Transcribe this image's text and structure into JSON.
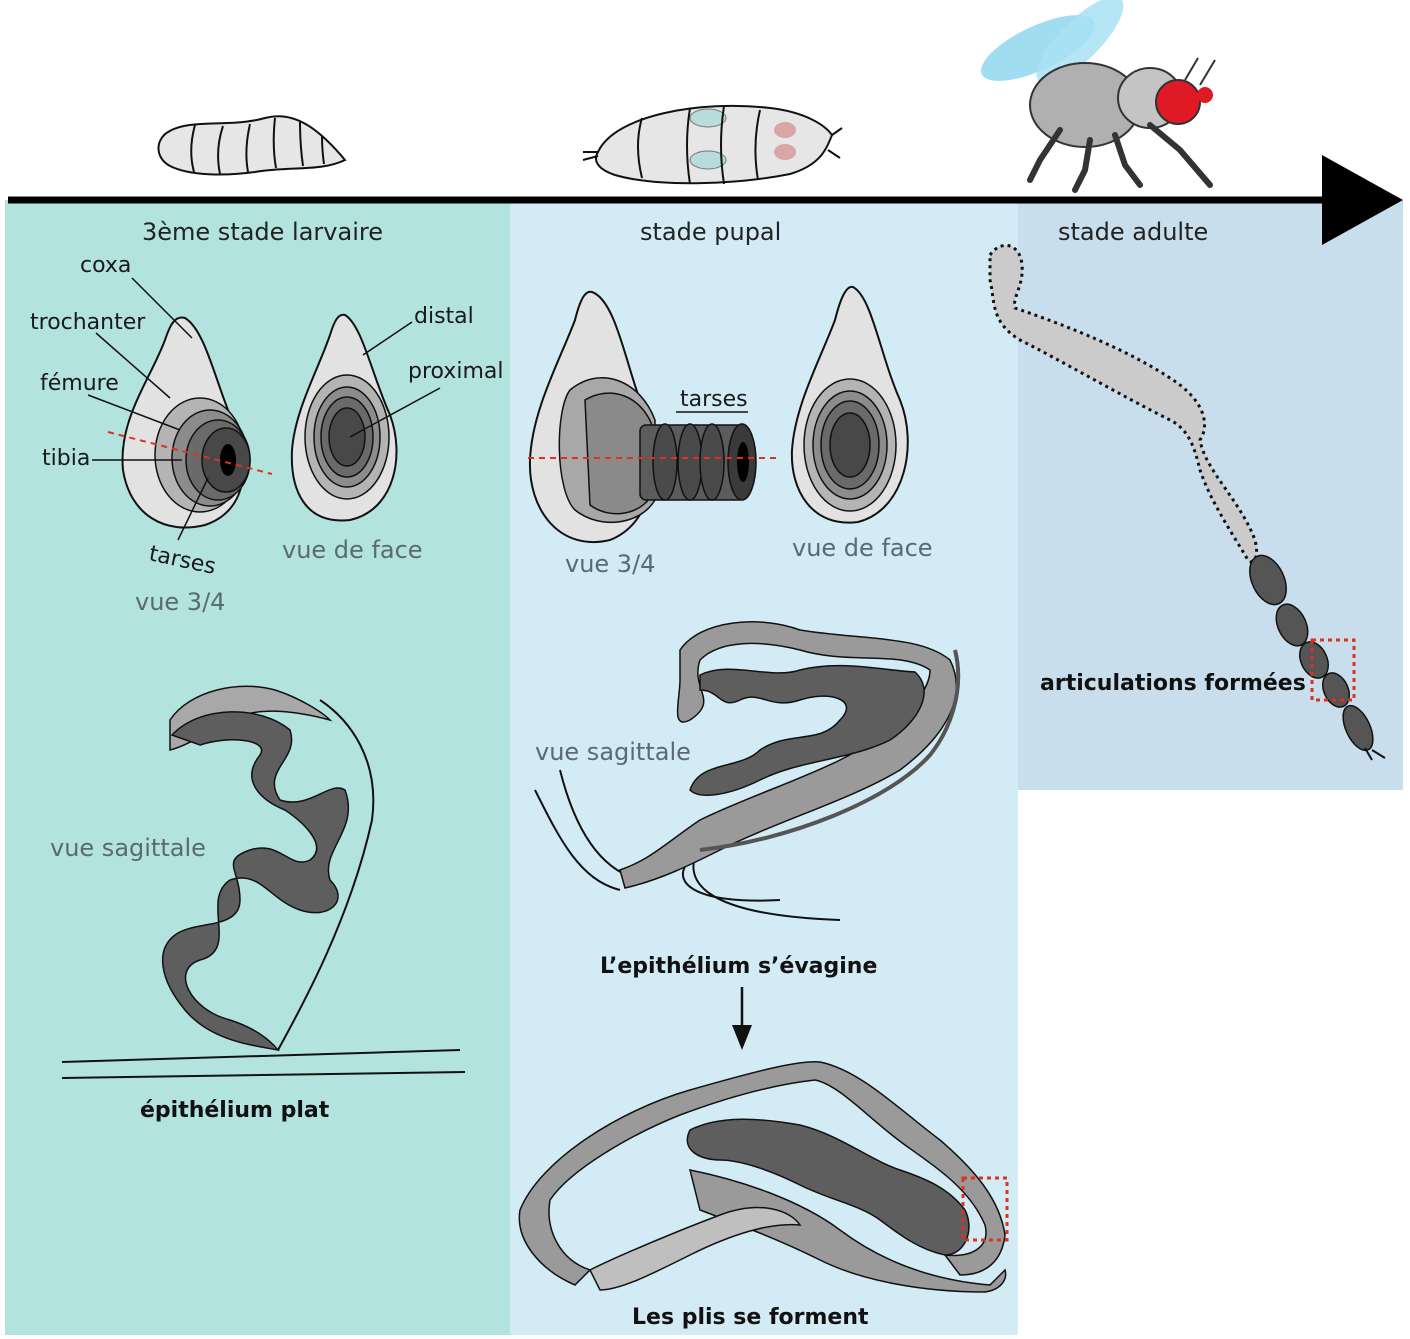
{
  "stages": {
    "larval": "3ème stade larvaire",
    "pupal": "stade pupal",
    "adult": "stade adulte"
  },
  "larval_panel": {
    "coxa": "coxa",
    "trochanter": "trochanter",
    "femure": "fémure",
    "tibia": "tibia",
    "tarses": "tarses",
    "distal": "distal",
    "proximal": "proximal",
    "view_34": "vue 3/4",
    "view_face": "vue de face",
    "view_sagittal": "vue sagittale",
    "caption": "épithélium plat"
  },
  "pupal_panel": {
    "tarses": "tarses",
    "view_34": "vue 3/4",
    "view_face": "vue de face",
    "view_sagittal": "vue sagittale",
    "caption_evagine": "L’epithélium s’évagine",
    "caption_plis": "Les plis se forment"
  },
  "adult_panel": {
    "caption": "articulations formées"
  },
  "colors": {
    "larval_bg": "#b2e3df",
    "pupal_bg": "#d2ebf5",
    "adult_bg": "#c8deec",
    "disc_light": "#e2e2e2",
    "tissue_mid": "#8c8c8c",
    "tissue_dark": "#5c5c5c",
    "highlight_red": "#e0301e"
  }
}
